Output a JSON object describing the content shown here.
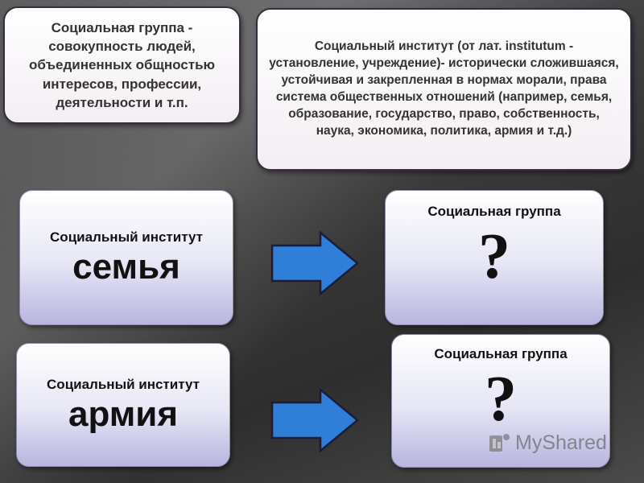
{
  "definitions": {
    "social_group": "Социальная группа - совокупность людей, объединенных общностью интересов, профессии, деятельности и т.п.",
    "social_institute": "Социальный институт (от лат. institutum - установление, учреждение)- исторически сложившаяся, устойчивая и закрепленная в нормах морали, права система общественных отношений (например, семья, образование, государство, право, собственность, наука, экономика, политика, армия и т.д.)"
  },
  "institutes": [
    {
      "caption": "Социальный институт",
      "name": "семья"
    },
    {
      "caption": "Социальный институт",
      "name": "армия"
    }
  ],
  "groups": [
    {
      "caption": "Социальная группа",
      "mark": "?"
    },
    {
      "caption": "Социальная группа",
      "mark": "?"
    }
  ],
  "colors": {
    "arrow_fill": "#2f7fd8",
    "arrow_stroke": "#1b1b3a"
  },
  "watermark": "MyShared"
}
